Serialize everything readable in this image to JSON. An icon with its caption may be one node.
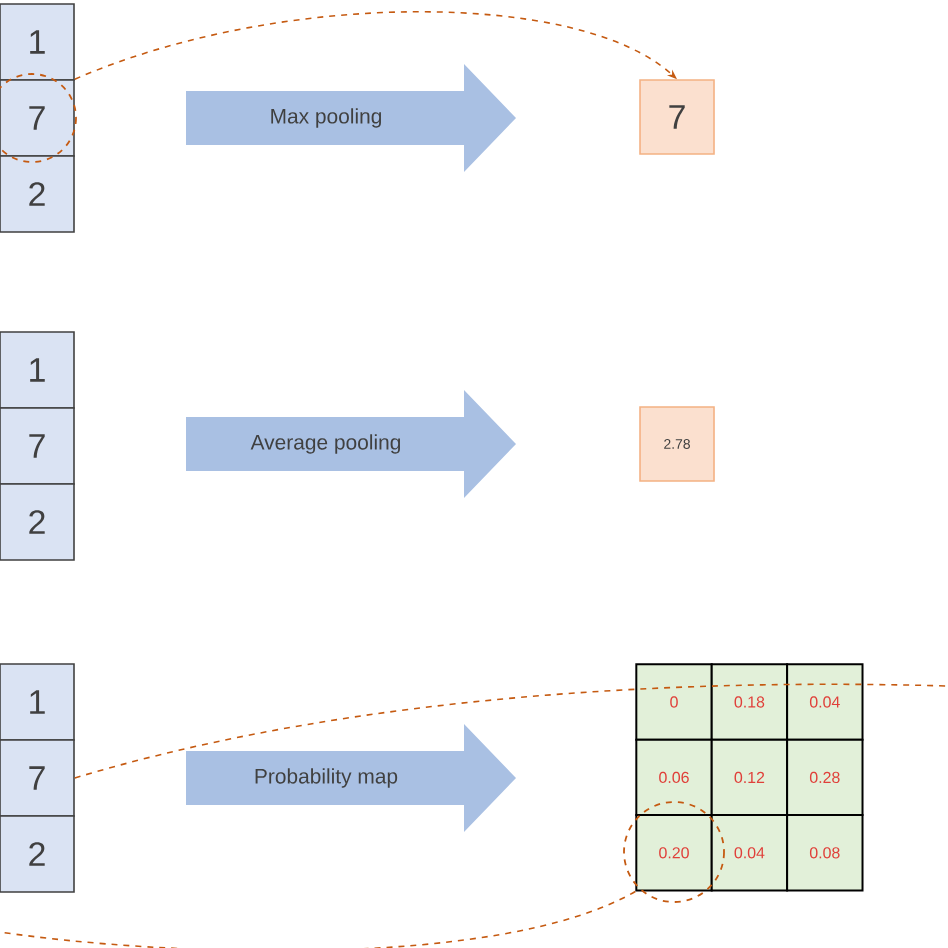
{
  "diagram": {
    "nodes": [
      {
        "text": [
          "1"
        ]
      },
      {
        "text": [
          "7"
        ]
      },
      {
        "text": [
          "2"
        ]
      },
      {
        "text": [
          "Max pooling"
        ]
      },
      {
        "text": [
          "7"
        ]
      },
      {
        "text": [
          "1"
        ]
      },
      {
        "text": [
          "7"
        ]
      },
      {
        "text": [
          "2"
        ]
      },
      {
        "text": [
          "Average pooling"
        ]
      },
      {
        "text": [
          "2.78"
        ]
      },
      {
        "text": [
          "1"
        ]
      },
      {
        "text": [
          "7"
        ]
      },
      {
        "text": [
          "2"
        ]
      },
      {
        "text": [
          "Probability map"
        ]
      },
      {
        "text": [
          "0"
        ]
      },
      {
        "text": [
          "0.18"
        ]
      },
      {
        "text": [
          "0.04"
        ]
      },
      {
        "text": [
          "0.06"
        ]
      },
      {
        "text": [
          "0.12"
        ]
      },
      {
        "text": [
          "0.28"
        ]
      },
      {
        "text": [
          "0.20"
        ]
      },
      {
        "text": [
          "0.04"
        ]
      },
      {
        "text": [
          "0.08"
        ]
      }
    ],
    "edges": [
      {
        "from": 1,
        "to": 4,
        "arrow": "to",
        "style": "dashed"
      },
      {
        "from": 11,
        "to": null,
        "arrow": "none",
        "style": "dashed"
      },
      {
        "from": 20,
        "to": null,
        "arrow": "none",
        "style": "dashed"
      }
    ]
  }
}
